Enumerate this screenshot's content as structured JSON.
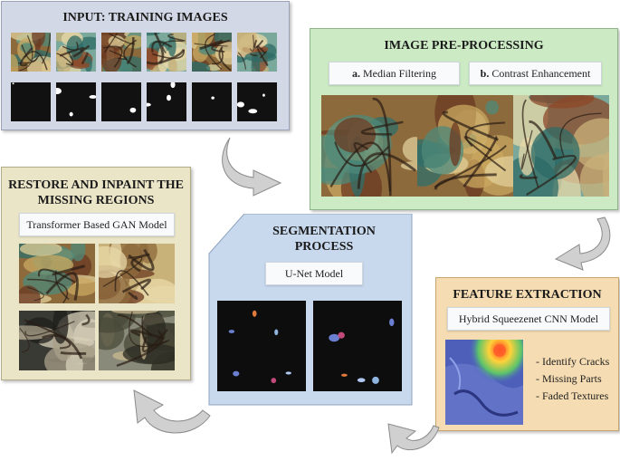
{
  "input": {
    "title": "INPUT: TRAINING IMAGES"
  },
  "preprocess": {
    "title": "IMAGE PRE-PROCESSING",
    "step_a_prefix": "a.",
    "step_a": "Median Filtering",
    "step_b_prefix": "b.",
    "step_b": "Contrast Enhancement"
  },
  "restore": {
    "title_line1": "RESTORE AND INPAINT THE",
    "title_line2": "MISSING REGIONS",
    "model": "Transformer Based GAN Model"
  },
  "segmentation": {
    "title_line1": "SEGMENTATION",
    "title_line2": "PROCESS",
    "model": "U-Net Model"
  },
  "features": {
    "title": "FEATURE EXTRACTION",
    "model": "Hybrid Squeezenet CNN Model",
    "items": [
      "- Identify Cracks",
      "- Missing Parts",
      "- Faded Textures"
    ]
  },
  "colors": {
    "input_bg": "#d3d8e6",
    "preprocess_bg": "#ccebc4",
    "restore_bg": "#ebe5c8",
    "segmentation_bg": "#c8d9ee",
    "features_bg": "#f5dcb2",
    "arrow": "#c8c8c8"
  }
}
